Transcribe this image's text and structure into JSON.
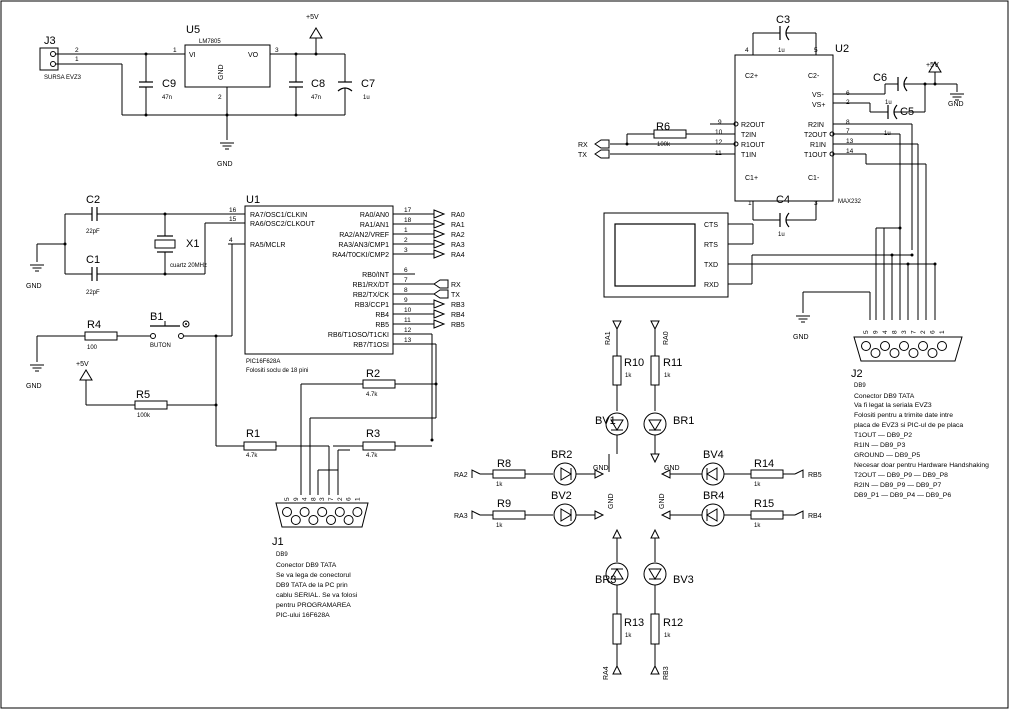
{
  "power": {
    "j3": {
      "ref": "J3",
      "label": "SURSA EVZ3",
      "pin2": "2",
      "pin1": "1"
    },
    "u5": {
      "ref": "U5",
      "part": "LM7805",
      "vi": "VI",
      "vo": "VO",
      "gnd": "GND",
      "pin1": "1",
      "pin2": "2",
      "pin3": "3"
    },
    "c9": {
      "ref": "C9",
      "value": "47n"
    },
    "c8": {
      "ref": "C8",
      "value": "47n"
    },
    "c7": {
      "ref": "C7",
      "value": "1u"
    },
    "vplus": "+5V",
    "gnd": "GND"
  },
  "mcu": {
    "ref": "U1",
    "part": "PIC16F628A",
    "note": "Folositi soclu de 18 pini",
    "left_pins": [
      {
        "name": "RA7/OSC1/CLKIN",
        "num": "16"
      },
      {
        "name": "RA6/OSC2/CLKOUT",
        "num": "15"
      },
      {
        "name": "RA5/MCLR",
        "num": "4"
      }
    ],
    "right_pins": [
      {
        "name": "RA0/AN0",
        "num": "17",
        "net": "RA0"
      },
      {
        "name": "RA1/AN1",
        "num": "18",
        "net": "RA1"
      },
      {
        "name": "RA2/AN2/VREF",
        "num": "1",
        "net": "RA2"
      },
      {
        "name": "RA3/AN3/CMP1",
        "num": "2",
        "net": "RA3"
      },
      {
        "name": "RA4/T0CKI/CMP2",
        "num": "3",
        "net": "RA4"
      },
      {
        "name": "RB0/INT",
        "num": "6",
        "net": ""
      },
      {
        "name": "RB1/RX/DT",
        "num": "7",
        "net": "RX"
      },
      {
        "name": "RB2/TX/CK",
        "num": "8",
        "net": "TX"
      },
      {
        "name": "RB3/CCP1",
        "num": "9",
        "net": "RB3"
      },
      {
        "name": "RB4",
        "num": "10",
        "net": "RB4"
      },
      {
        "name": "RB5",
        "num": "11",
        "net": "RB5"
      },
      {
        "name": "RB6/T1OSO/T1CKI",
        "num": "12",
        "net": ""
      },
      {
        "name": "RB7/T1OSI",
        "num": "13",
        "net": ""
      }
    ]
  },
  "osc": {
    "c2": {
      "ref": "C2",
      "value": "22pF"
    },
    "c1": {
      "ref": "C1",
      "value": "22pF"
    },
    "x1": {
      "ref": "X1",
      "value": "cuartz 20MHz"
    },
    "gnd": "GND"
  },
  "reset": {
    "r4": {
      "ref": "R4",
      "value": "100"
    },
    "b1": {
      "ref": "B1",
      "label": "BUTON"
    },
    "r5": {
      "ref": "R5",
      "value": "100k"
    },
    "vplus": "+5V",
    "gnd": "GND"
  },
  "prog": {
    "r2": {
      "ref": "R2",
      "value": "4.7k"
    },
    "r1": {
      "ref": "R1",
      "value": "4.7k"
    },
    "r3": {
      "ref": "R3",
      "value": "4.7k"
    },
    "j1": {
      "ref": "J1",
      "type": "DB9",
      "pins": [
        "5",
        "9",
        "4",
        "8",
        "3",
        "7",
        "2",
        "6",
        "1"
      ],
      "notes": [
        "Conector DB9 TATA",
        "Se va lega de conectorul",
        "DB9 TATA de la PC prin",
        "cablu SERIAL. Se va folosi",
        "pentru PROGRAMAREA",
        "PIC-ului 16F628A"
      ]
    }
  },
  "max": {
    "ref": "U2",
    "part": "MAX232",
    "c3": {
      "ref": "C3",
      "value": "1u"
    },
    "c4": {
      "ref": "C4",
      "value": "1u"
    },
    "c5": {
      "ref": "C5",
      "value": "1u"
    },
    "c6": {
      "ref": "C6",
      "value": "1u"
    },
    "r6": {
      "ref": "R6",
      "value": "100k"
    },
    "rx": "RX",
    "tx": "TX",
    "vplus": "+5V",
    "gnd": "GND",
    "pins": {
      "c2p": "C2+",
      "c2m": "C2-",
      "c1p": "C1+",
      "c1m": "C1-",
      "vsm": "VS-",
      "vsp": "VS+",
      "r2out": "R2OUT",
      "t2in": "T2IN",
      "r1out": "R1OUT",
      "t1in": "T1IN",
      "r2in": "R2IN",
      "t2out": "T2OUT",
      "r1in": "R1IN",
      "t1out": "T1OUT"
    },
    "nums": {
      "p4": "4",
      "p5": "5",
      "p6": "6",
      "p2": "2",
      "p9": "9",
      "p10": "10",
      "p12": "12",
      "p11": "11",
      "p8": "8",
      "p7": "7",
      "p13": "13",
      "p14": "14",
      "p1": "1",
      "p3": "3"
    }
  },
  "port": {
    "cts": "CTS",
    "rts": "RTS",
    "txd": "TXD",
    "rxd": "RXD"
  },
  "j2": {
    "ref": "J2",
    "type": "DB9",
    "gnd": "GND",
    "pins": [
      "5",
      "9",
      "4",
      "8",
      "3",
      "7",
      "2",
      "6",
      "1"
    ],
    "notes": [
      "Conector DB9 TATA",
      "Va fi legat la seriala EVZ3",
      "Folositi pentru a trimite date intre",
      "placa de EVZ3 si PIC-ul de pe placa",
      "T1OUT — DB9_P2",
      "R1IN — DB9_P3",
      "GROUND — DB9_P5",
      "Necesar doar pentru Hardware Handshaking",
      "T2OUT — DB9_P9 — DB9_P8",
      "R2IN — DB9_P9 — DB9_P7",
      "DB9_P1 — DB9_P4 — DB9_P6"
    ]
  },
  "leds": {
    "ra1": "RA1",
    "ra0": "RA0",
    "ra2": "RA2",
    "ra3": "RA3",
    "ra4": "RA4",
    "rb3": "RB3",
    "rb4": "RB4",
    "rb5": "RB5",
    "gnd": "GND",
    "r10": {
      "ref": "R10",
      "value": "1k"
    },
    "r11": {
      "ref": "R11",
      "value": "1k"
    },
    "r8": {
      "ref": "R8",
      "value": "1k"
    },
    "r9": {
      "ref": "R9",
      "value": "1k"
    },
    "r14": {
      "ref": "R14",
      "value": "1k"
    },
    "r15": {
      "ref": "R15",
      "value": "1k"
    },
    "r13": {
      "ref": "R13",
      "value": "1k"
    },
    "r12": {
      "ref": "R12",
      "value": "1k"
    },
    "bv1": "BV1",
    "br1": "BR1",
    "br2": "BR2",
    "bv2": "BV2",
    "bv4": "BV4",
    "br4": "BR4",
    "br3": "BR3",
    "bv3": "BV3"
  }
}
